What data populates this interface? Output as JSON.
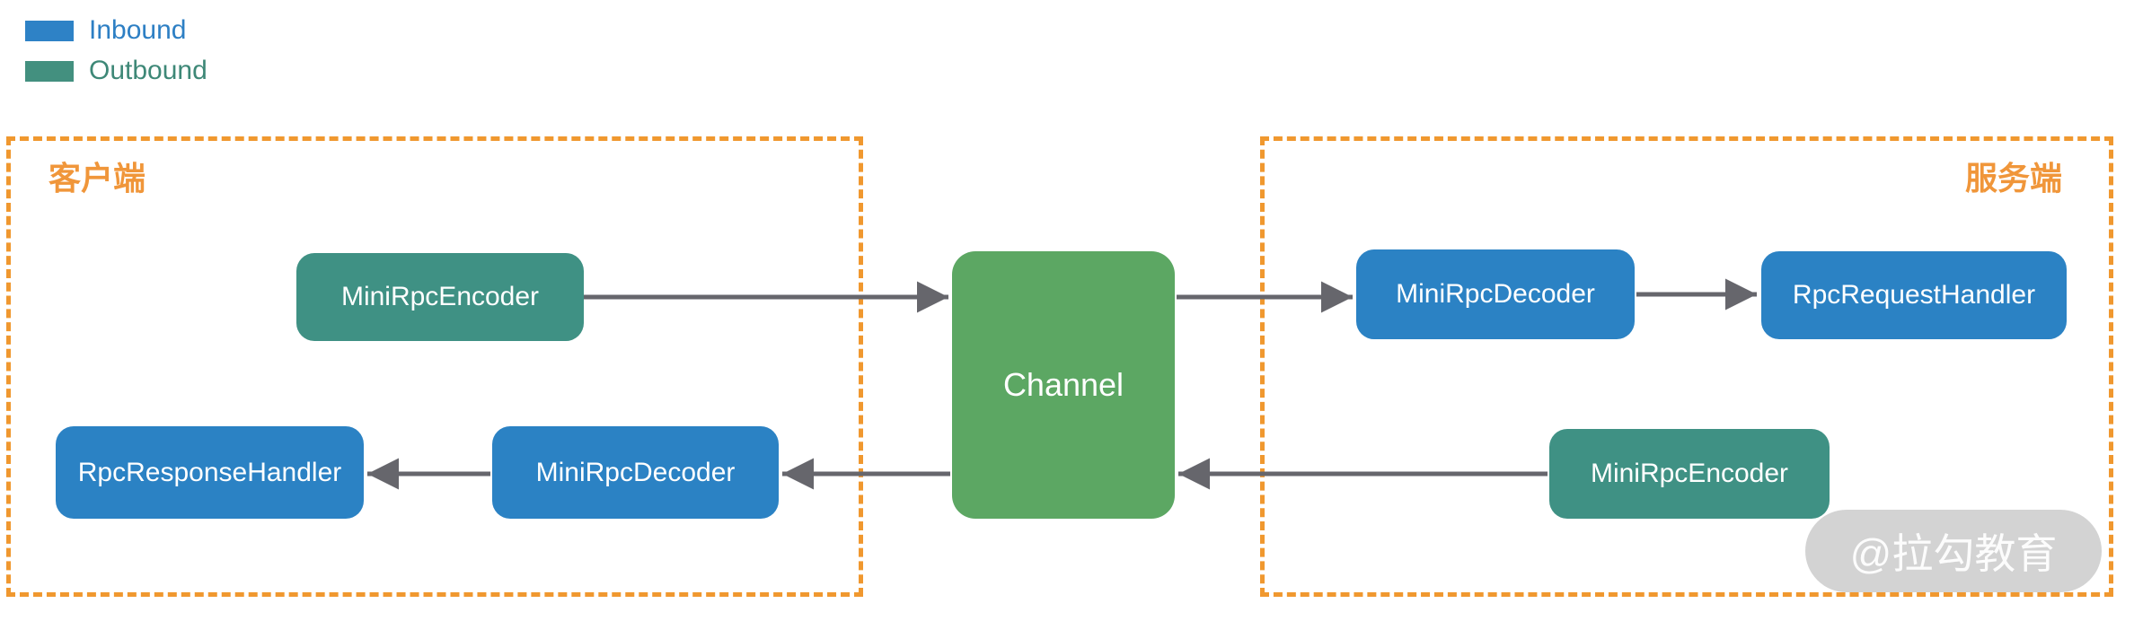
{
  "legend": {
    "items": [
      {
        "label": "Inbound",
        "color": "#2e82c6"
      },
      {
        "label": "Outbound",
        "color": "#43907f"
      }
    ]
  },
  "regions": {
    "client": {
      "label": "客户端"
    },
    "server": {
      "label": "服务端"
    }
  },
  "nodes": {
    "client_encoder": {
      "label": "MiniRpcEncoder",
      "type": "outbound",
      "color": "#3f9184"
    },
    "channel": {
      "label": "Channel",
      "type": "channel",
      "color": "#5ca763"
    },
    "server_decoder": {
      "label": "MiniRpcDecoder",
      "type": "inbound",
      "color": "#2b82c4"
    },
    "request_handler": {
      "label": "RpcRequestHandler",
      "type": "inbound",
      "color": "#2b82c4"
    },
    "server_encoder": {
      "label": "MiniRpcEncoder",
      "type": "outbound",
      "color": "#3f9184"
    },
    "client_decoder": {
      "label": "MiniRpcDecoder",
      "type": "inbound",
      "color": "#2b82c4"
    },
    "response_handler": {
      "label": "RpcResponseHandler",
      "type": "inbound",
      "color": "#2b82c4"
    }
  },
  "edges": [
    {
      "from": "client_encoder",
      "to": "channel"
    },
    {
      "from": "channel",
      "to": "server_decoder"
    },
    {
      "from": "server_decoder",
      "to": "request_handler"
    },
    {
      "from": "server_encoder",
      "to": "channel"
    },
    {
      "from": "channel",
      "to": "client_decoder"
    },
    {
      "from": "client_decoder",
      "to": "response_handler"
    }
  ],
  "watermark": {
    "label": "@拉勾教育"
  },
  "colors": {
    "region_border": "#f0982f",
    "region_label": "#f0963a",
    "arrow": "#66666c",
    "inbound_blue": "#2b82c4",
    "outbound_teal": "#3f9184",
    "channel_green": "#5ca763"
  }
}
